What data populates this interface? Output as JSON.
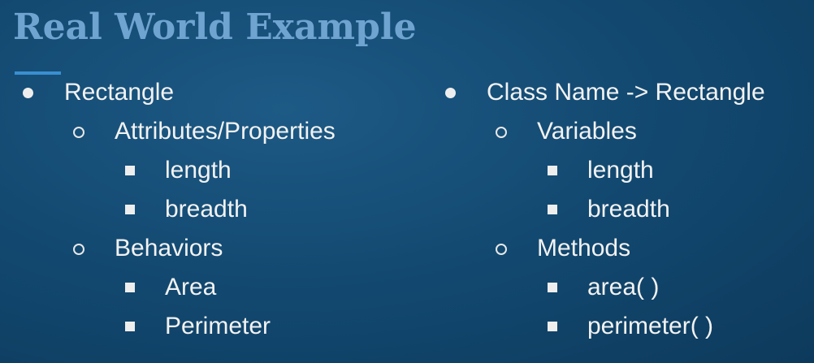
{
  "slide": {
    "title": "Real World Example",
    "left": {
      "l1": "Rectangle",
      "l2a": "Attributes/Properties",
      "l3a1": "length",
      "l3a2": "breadth",
      "l2b": "Behaviors",
      "l3b1": "Area",
      "l3b2": "Perimeter"
    },
    "right": {
      "l1": "Class Name -> Rectangle",
      "l2a": "Variables",
      "l3a1": "length",
      "l3a2": "breadth",
      "l2b": "Methods",
      "l3b1": "area( )",
      "l3b2": "perimeter( )"
    }
  },
  "colors": {
    "background": "#134a72",
    "title": "#6fa4d1",
    "accent_line": "#3a8fd0",
    "text": "#f2f2f2"
  }
}
